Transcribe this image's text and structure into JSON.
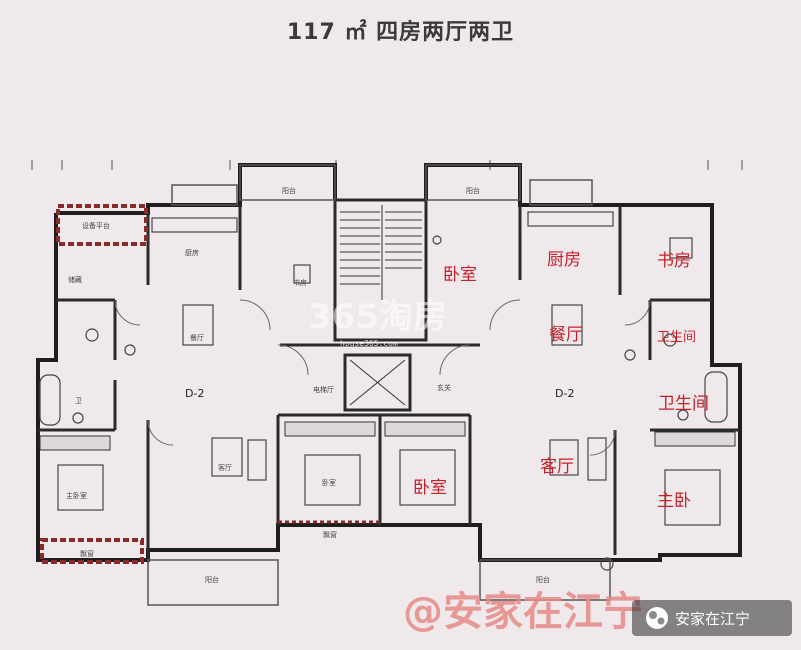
{
  "title": "117 ㎡  四房两厅两卫",
  "unit_labels": {
    "left": "D-2",
    "right": "D-2"
  },
  "room_labels": [
    {
      "name": "bedroom-north-label",
      "text": "卧室"
    },
    {
      "name": "kitchen-label",
      "text": "厨房"
    },
    {
      "name": "study-label",
      "text": "书房"
    },
    {
      "name": "dining-label",
      "text": "餐厅"
    },
    {
      "name": "bathroom-guest-label",
      "text": "卫生间"
    },
    {
      "name": "bathroom-master-label",
      "text": "卫生间"
    },
    {
      "name": "living-label",
      "text": "客厅"
    },
    {
      "name": "bedroom-south-label",
      "text": "卧室"
    },
    {
      "name": "master-bedroom-label",
      "text": "主卧"
    }
  ],
  "small_labels": [
    {
      "name": "balcony-north-left",
      "text": "阳台"
    },
    {
      "name": "balcony-north-right",
      "text": "阳台"
    },
    {
      "name": "equipment-platform",
      "text": "设备平台"
    },
    {
      "name": "kitchen-left",
      "text": "厨房"
    },
    {
      "name": "storage-left",
      "text": "储藏"
    },
    {
      "name": "dining-left",
      "text": "餐厅"
    },
    {
      "name": "study-left",
      "text": "书房"
    },
    {
      "name": "elevator-hall",
      "text": "电梯厅"
    },
    {
      "name": "entrance",
      "text": "玄关"
    },
    {
      "name": "bath-left",
      "text": "卫"
    },
    {
      "name": "master-left",
      "text": "主卧室"
    },
    {
      "name": "living-left",
      "text": "客厅"
    },
    {
      "name": "bedroom-left",
      "text": "卧室"
    },
    {
      "name": "bay-left",
      "text": "飘窗"
    },
    {
      "name": "bay-mid",
      "text": "飘窗"
    },
    {
      "name": "balcony-south-left",
      "text": "阳台"
    },
    {
      "name": "balcony-south-right",
      "text": "阳台"
    }
  ],
  "watermark": {
    "logo": "365淘房",
    "url": "house365.com"
  },
  "footer": {
    "big_text": "@安家在江宁",
    "wechat_text": "安家在江宁"
  }
}
